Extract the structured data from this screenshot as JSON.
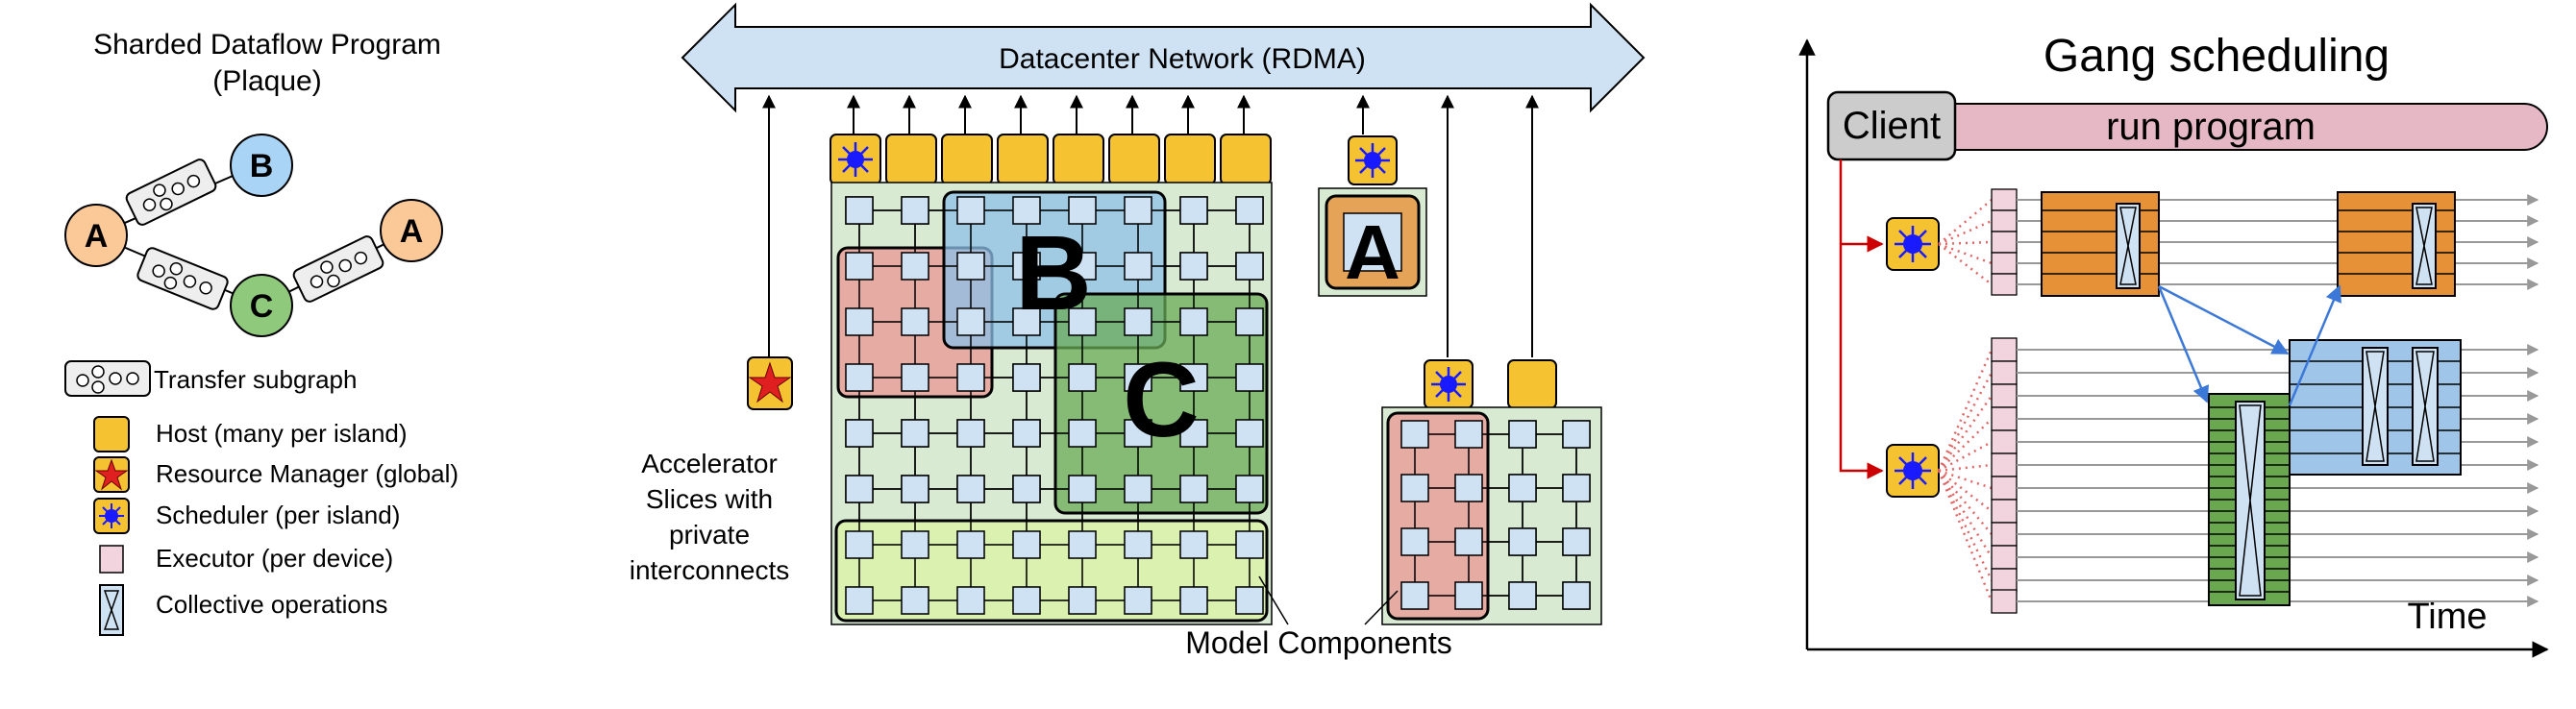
{
  "left_panel": {
    "title_line1": "Sharded Dataflow Program",
    "title_line2": "(Plaque)",
    "nodes": [
      "A",
      "B",
      "C",
      "A"
    ],
    "legend": [
      {
        "icon": "transfer-subgraph-icon",
        "label": "Transfer subgraph"
      },
      {
        "icon": "host-icon",
        "label": "Host (many per island)"
      },
      {
        "icon": "resource-manager-icon",
        "label": "Resource Manager (global)"
      },
      {
        "icon": "scheduler-icon",
        "label": "Scheduler (per island)"
      },
      {
        "icon": "executor-icon",
        "label": "Executor (per device)"
      },
      {
        "icon": "collective-operations-icon",
        "label": "Collective operations"
      }
    ]
  },
  "middle_panel": {
    "network_label": "Datacenter Network (RDMA)",
    "accelerator_label": [
      "Accelerator",
      "Slices with",
      "private",
      "interconnects"
    ],
    "model_components_label": "Model Components",
    "component_labels": {
      "b": "B",
      "c": "C",
      "a": "A"
    }
  },
  "right_panel": {
    "title": "Gang scheduling",
    "client_label": "Client",
    "run_program_label": "run program",
    "time_label": "Time"
  },
  "colors": {
    "node_a": "#fbc898",
    "node_b": "#a9d4f5",
    "node_c": "#8fc97c",
    "host": "#f5c332",
    "network": "#cfe2f3",
    "island_bg": "#d9ead3",
    "component_red": "#e8a09a",
    "component_blue": "#8cc0e8",
    "component_green": "#6aab57",
    "component_lime": "#d9f2a6",
    "executor": "#f2d4df",
    "orange_block": "#e69138",
    "blue_block": "#9fc5e8",
    "green_block": "#6aa84f",
    "run_program": "#e6b8c6",
    "client": "#cccccc",
    "arrow_red": "#cc0000",
    "arrow_blue": "#3c78d8"
  }
}
